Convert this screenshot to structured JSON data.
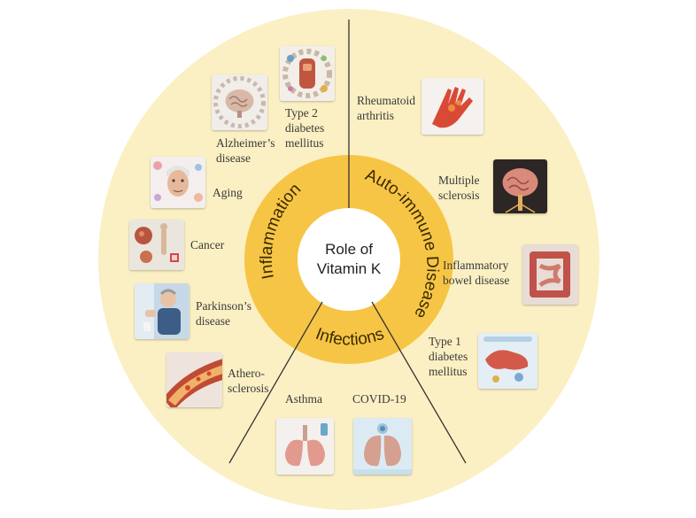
{
  "center": {
    "line1": "Role of",
    "line2": "Vitamin K"
  },
  "ring_labels": {
    "inflammation": "Inflammation",
    "autoimmune": "Auto-immune Disease",
    "infections": "Infections"
  },
  "conditions": {
    "type2_diabetes": "Type 2\ndiabetes\nmellitus",
    "alzheimers": "Alzheimer’s\ndisease",
    "aging": "Aging",
    "cancer": "Cancer",
    "parkinsons": "Parkinson’s\ndisease",
    "atherosclerosis": "Athero-\nsclerosis",
    "rheumatoid": "Rheumatoid\narthritis",
    "multiple_sclerosis": "Multiple\nsclerosis",
    "ibd": "Inflammatory\nbowel disease",
    "type1_diabetes": "Type 1\ndiabetes\nmellitus",
    "asthma": "Asthma",
    "covid": "COVID-19"
  },
  "colors": {
    "outer_disc": "#fbf0c3",
    "ring": "#f7c545",
    "center": "#ffffff",
    "divider": "#333333"
  }
}
